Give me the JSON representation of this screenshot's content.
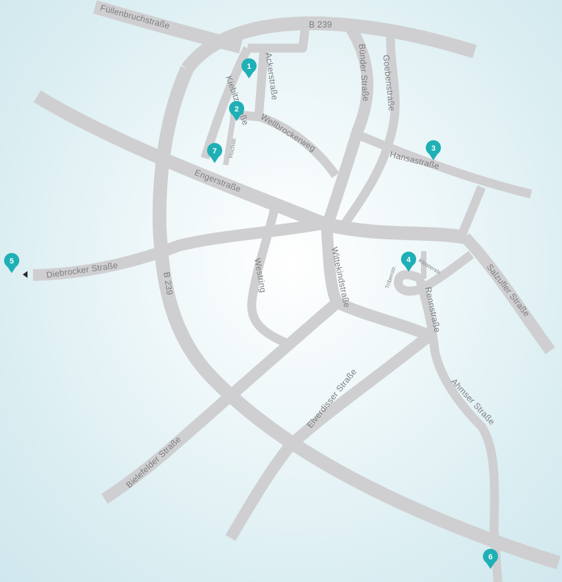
{
  "roads": {
    "fuellenbruch": "Füllenbruchstraße",
    "b239_top": "B 239",
    "b239_left": "B 239",
    "acker": "Ackerstraße",
    "kiebitz": "Kiebitzstraße",
    "hoch": "Hochstr.",
    "wellbrocker": "Wellbrockerweg",
    "buender": "Bünder Straße",
    "goeben": "Goebenstraße",
    "hansa": "Hansastraße",
    "enger": "Engerstraße",
    "diebrocker": "Diebrocker Straße",
    "westring": "Westring",
    "wittekind": "Wittekindstraße",
    "triben": "Tribenstr.",
    "kloster": "Klosterstr.",
    "renn": "Rennstraße",
    "salzufler": "Salzufler Straße",
    "ahmser": "Ahmser Straße",
    "elverdisser": "Elverdisser Straße",
    "bielefelder": "Bielefelder Straße"
  },
  "markers": [
    "1",
    "2",
    "3",
    "4",
    "5",
    "6",
    "7"
  ],
  "colors": {
    "marker": "#1fb0b6",
    "road": "#cfcfd1",
    "label": "#7d7d80",
    "background": "#dbeef2"
  }
}
